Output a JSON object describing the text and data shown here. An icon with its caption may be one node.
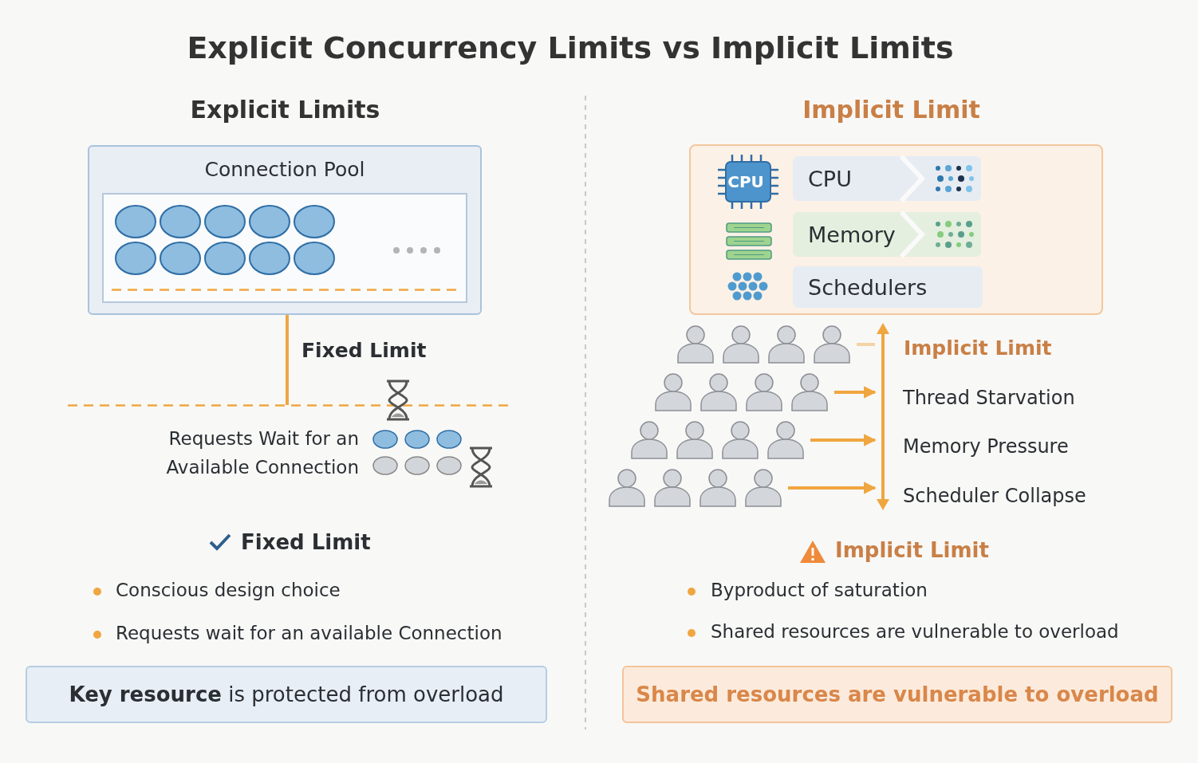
{
  "diagram": {
    "title": "Explicit Concurrency Limits vs Implicit Limits",
    "nodes": [
      {
        "text": [
          "Connection Pool"
        ]
      },
      {
        "text": [],
        "shape": "box",
        "in": 0
      },
      {
        "text": [],
        "shape": "box"
      },
      {
        "text": [
          "CPU"
        ],
        "in": 2
      },
      {
        "text": [
          "Memory"
        ],
        "in": 2
      },
      {
        "text": [
          "Schedulers"
        ],
        "in": 2
      },
      {
        "text": [],
        "shape": "person"
      },
      {
        "text": [],
        "shape": "person"
      },
      {
        "text": [],
        "shape": "person"
      },
      {
        "text": [],
        "shape": "person"
      },
      {
        "text": [],
        "shape": "bar"
      },
      {
        "text": [
          "**Key resource** is protected from overload"
        ]
      },
      {
        "text": [
          "Shared resources are vulnerable to overload"
        ]
      }
    ],
    "edges": [
      {
        "from": null,
        "to": 1,
        "arrow": "to",
        "label": "Fixed Limit"
      },
      {
        "from": 6,
        "to": 10,
        "arrow": "none"
      },
      {
        "from": 7,
        "to": 10,
        "arrow": "to"
      },
      {
        "from": 8,
        "to": 10,
        "arrow": "to"
      },
      {
        "from": 9,
        "to": 10,
        "arrow": "to"
      }
    ],
    "labels": [
      "Explicit Limits",
      "Implicit Limit",
      "CPU",
      "Requests Wait for an Available Connection",
      "Implicit Limit",
      "Thread Starvation",
      "Memory Pressure",
      "Scheduler Collapse",
      "Fixed Limit",
      "Conscious design choice",
      "Requests wait for an available Connection",
      "Implicit Limit",
      "Byproduct of saturation",
      "Shared resources are vulnerable to overload"
    ]
  }
}
